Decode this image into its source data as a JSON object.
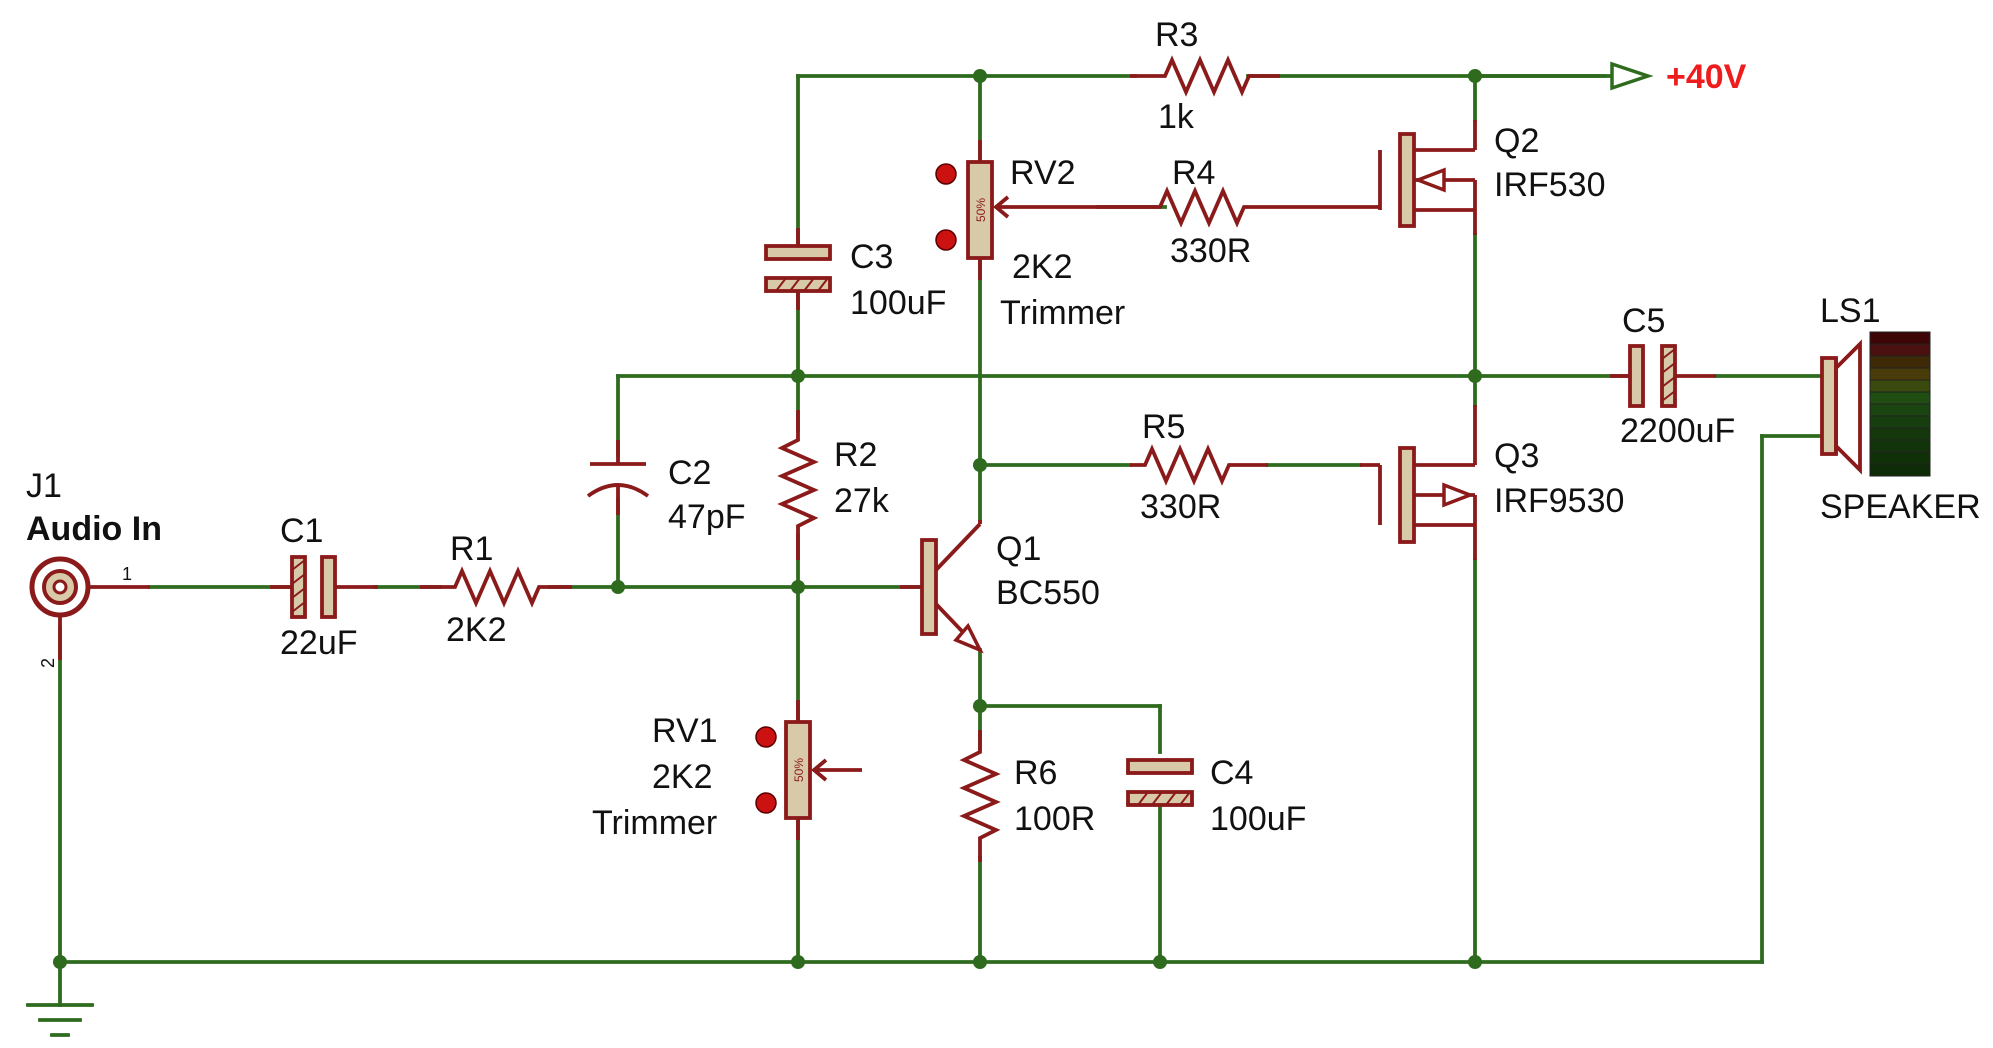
{
  "power_rail": "+40V",
  "components": {
    "J1": {
      "ref": "J1",
      "value": "Audio In",
      "pin1": "1",
      "pin2": "2"
    },
    "C1": {
      "ref": "C1",
      "value": "22uF"
    },
    "R1": {
      "ref": "R1",
      "value": "2K2"
    },
    "C2": {
      "ref": "C2",
      "value": "47pF"
    },
    "C3": {
      "ref": "C3",
      "value": "100uF"
    },
    "R2": {
      "ref": "R2",
      "value": "27k"
    },
    "RV1": {
      "ref": "RV1",
      "value": "2K2",
      "type": "Trimmer",
      "wiper": "50%"
    },
    "RV2": {
      "ref": "RV2",
      "value": "2K2",
      "type": "Trimmer",
      "wiper": "50%"
    },
    "R3": {
      "ref": "R3",
      "value": "1k"
    },
    "R4": {
      "ref": "R4",
      "value": "330R"
    },
    "R5": {
      "ref": "R5",
      "value": "330R"
    },
    "R6": {
      "ref": "R6",
      "value": "100R"
    },
    "C4": {
      "ref": "C4",
      "value": "100uF"
    },
    "C5": {
      "ref": "C5",
      "value": "2200uF"
    },
    "Q1": {
      "ref": "Q1",
      "value": "BC550"
    },
    "Q2": {
      "ref": "Q2",
      "value": "IRF530"
    },
    "Q3": {
      "ref": "Q3",
      "value": "IRF9530"
    },
    "LS1": {
      "ref": "LS1",
      "value": "SPEAKER"
    }
  },
  "colors": {
    "wire": "#2f6b1e",
    "component": "#8b1a1a",
    "body_fill": "#d8c9a8",
    "rail_label": "#ee1c1c"
  }
}
